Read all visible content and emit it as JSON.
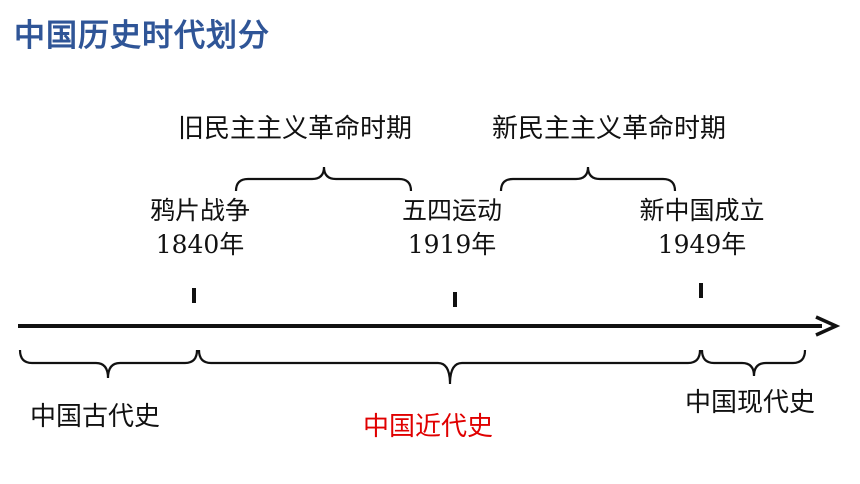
{
  "title": "中国历史时代划分",
  "periods": {
    "old": "旧民主主义革命时期",
    "new": "新民主主义革命时期"
  },
  "events": [
    {
      "name": "鸦片战争",
      "year": "1840年"
    },
    {
      "name": "五四运动",
      "year": "1919年"
    },
    {
      "name": "新中国成立",
      "year": "1949年"
    }
  ],
  "eras": {
    "ancient": "中国古代史",
    "modern": "中国近代史",
    "contemporary": "中国现代史"
  },
  "colors": {
    "title": "#2f5597",
    "highlight": "#e00000",
    "text": "#111111"
  }
}
